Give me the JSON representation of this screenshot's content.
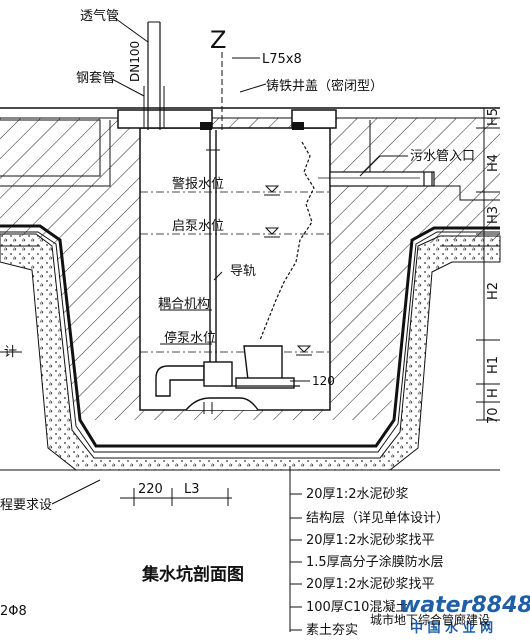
{
  "title": "集水坑剖面图",
  "section_mark": "Z",
  "labels": {
    "vent_pipe": "透气管",
    "dn100": "DN100",
    "steel_sleeve": "钢套管",
    "angle_steel": "L75x8",
    "cover": "铸铁井盖（密闭型）",
    "sewer_inlet": "污水管入口",
    "alarm_level": "警报水位",
    "start_level": "启泵水位",
    "guide_rail": "导轨",
    "coupling": "耦合机构",
    "stop_level": "停泵水位",
    "elev_120": "120",
    "left_cut_1": "计",
    "left_cut_2": "程要求设",
    "left_bottom": "2Φ8",
    "dim_220": "220",
    "dim_l3": "L3"
  },
  "dims_right": [
    "H5",
    "H4",
    "H3",
    "H2",
    "H1",
    "H",
    "70"
  ],
  "layers": [
    "20厚1:2水泥砂浆",
    "结构层（详见单体设计）",
    "20厚1:2水泥砂浆找平",
    "1.5厚高分子涂膜防水层",
    "20厚1:2水泥砂浆找平",
    "100厚C10混凝土",
    "素土夯实"
  ],
  "watermark": {
    "logo": "water8848",
    "sub": "中 国 水 业 网",
    "overlay": "城市地下综合管廊建设"
  },
  "colors": {
    "ink": "#111111",
    "wm_blue": "#1f5fa8",
    "wm_red": "#d8261e"
  }
}
